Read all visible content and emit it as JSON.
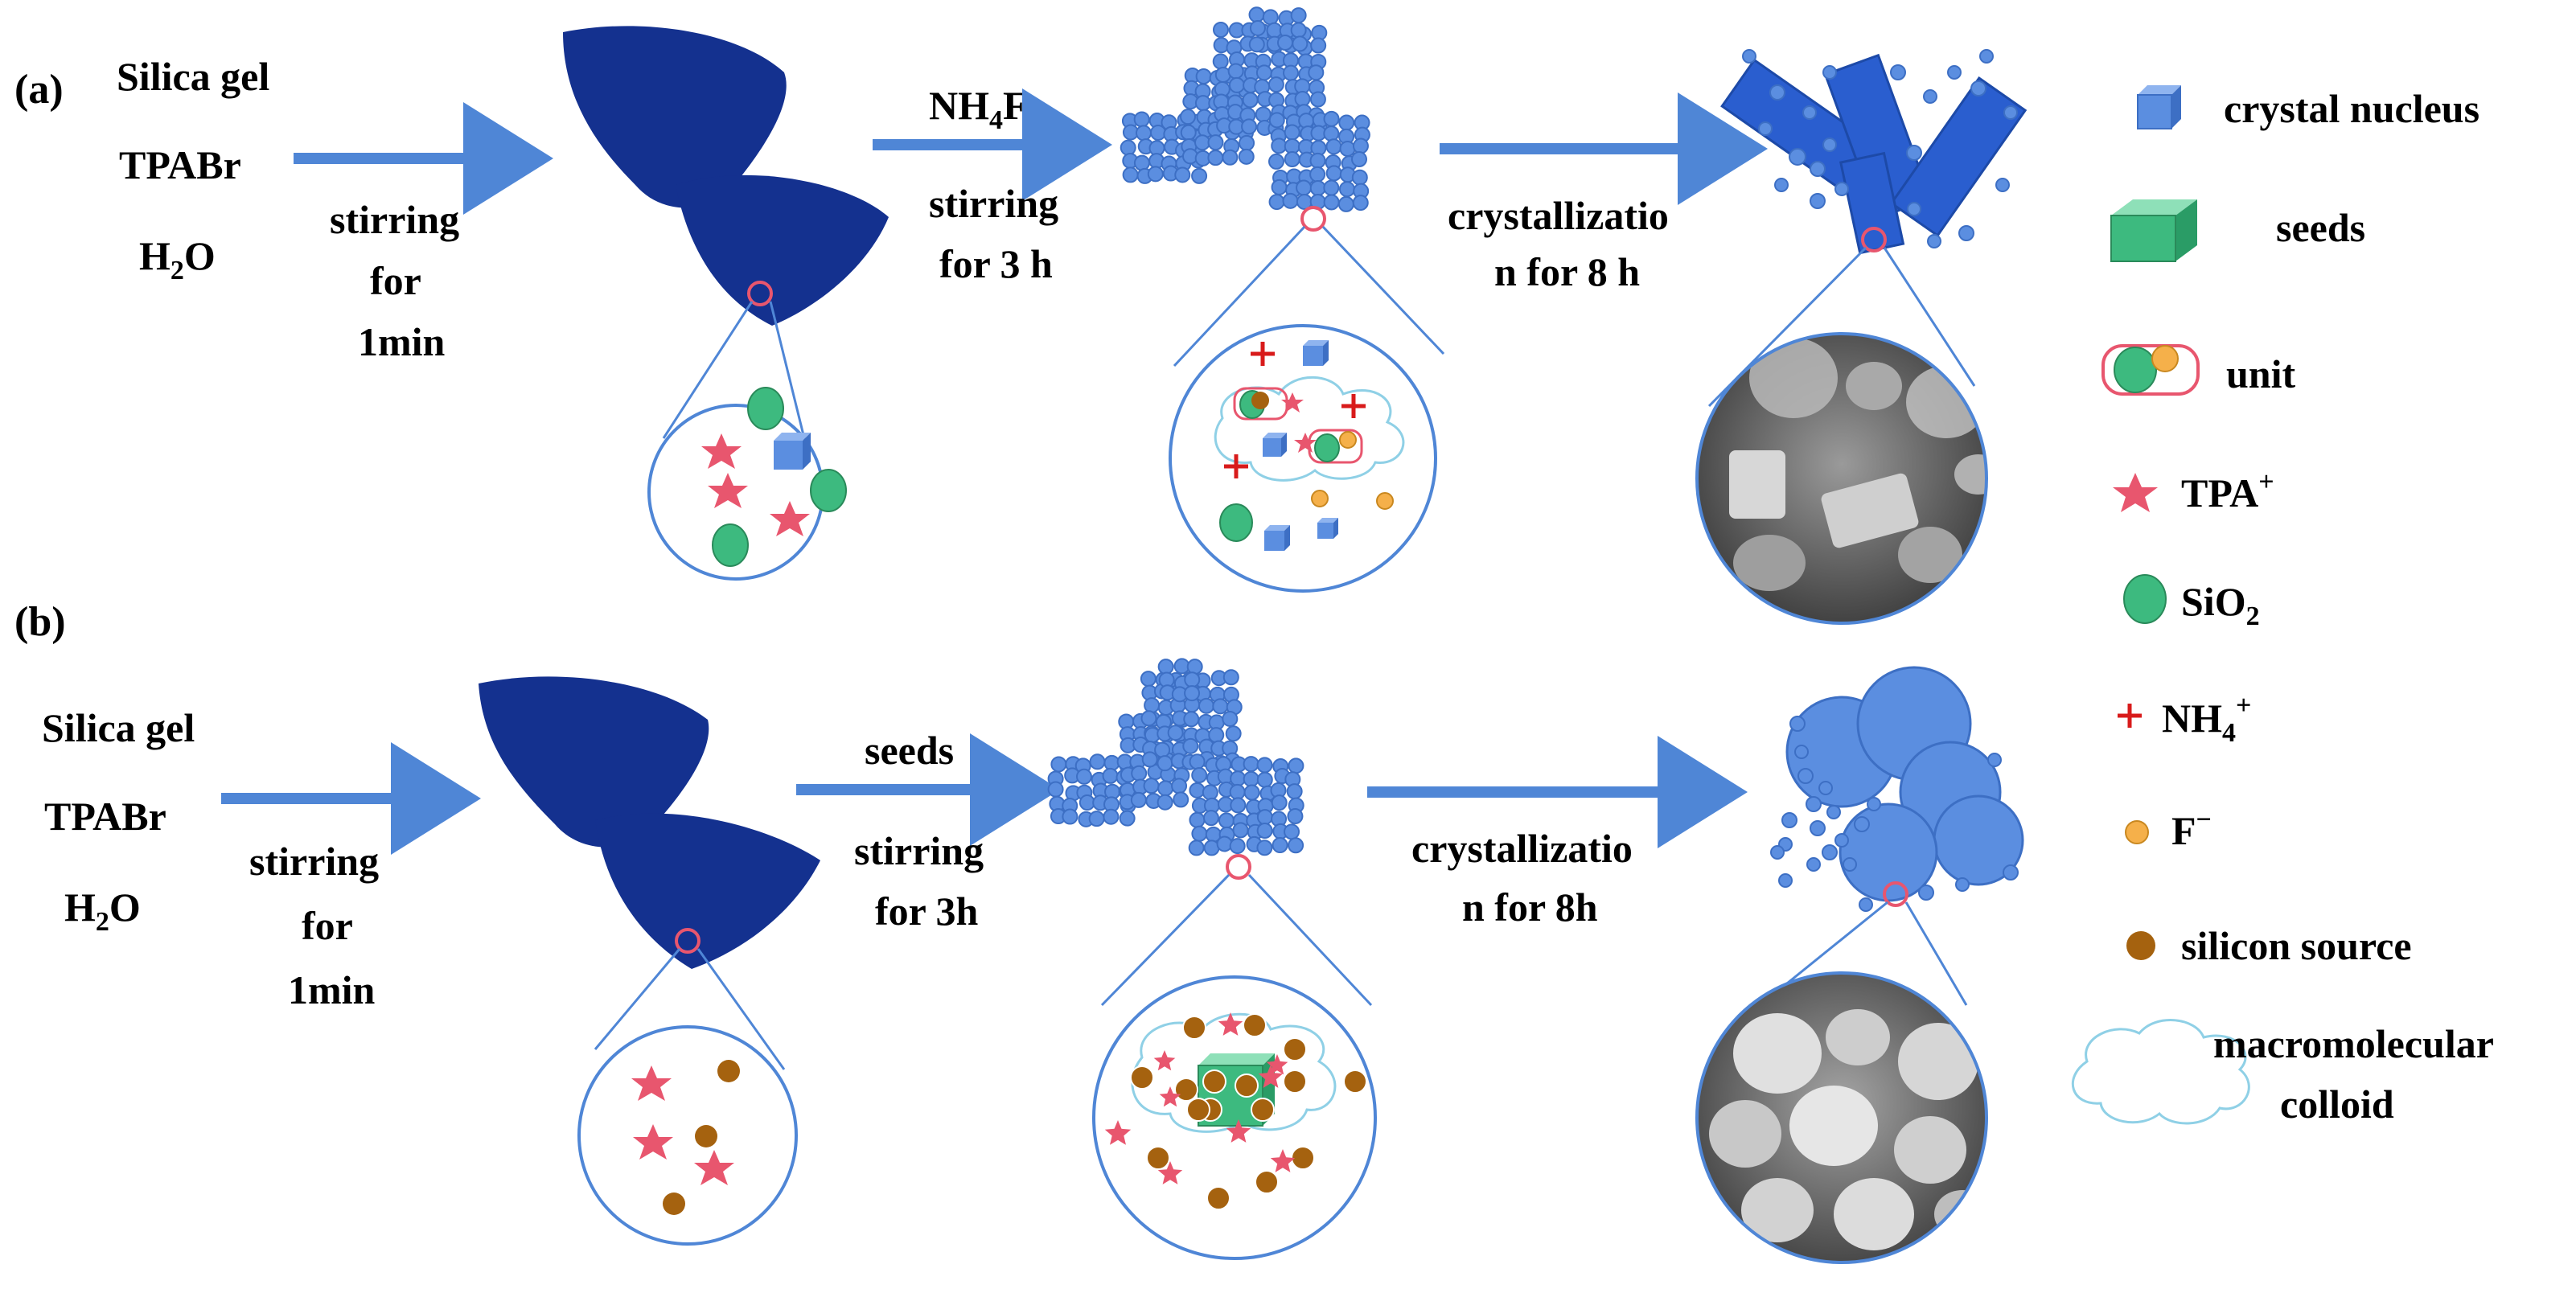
{
  "panel_a": {
    "label": "(a)",
    "reagents": [
      "Silica gel",
      "TPABr",
      "H",
      "2",
      "O"
    ],
    "step1": [
      "stirring",
      "for",
      "1min"
    ],
    "step2_top_main": "NH",
    "step2_top_sub": "4",
    "step2_top_tail": "F",
    "step2": [
      "stirring",
      "for 3 h"
    ],
    "step3": [
      "crystallizatio",
      "n for 8 h"
    ]
  },
  "panel_b": {
    "label": "(b)",
    "reagents": [
      "Silica gel",
      "TPABr",
      "H",
      "2",
      "O"
    ],
    "step1": [
      "stirring",
      "for",
      "1min"
    ],
    "step2_top": "seeds",
    "step2": [
      "stirring",
      "for 3h"
    ],
    "step3": [
      "crystallizatio",
      "n for 8h"
    ]
  },
  "legend": {
    "crystal_nucleus": "crystal nucleus",
    "seeds": "seeds",
    "unit": "unit",
    "tpa_main": "TPA",
    "tpa_sup": "+",
    "sio2_main": "SiO",
    "sio2_sub": "2",
    "nh4_main": "NH",
    "nh4_sub": "4",
    "nh4_sup": "+",
    "f_main": "F",
    "f_sup": "−",
    "silicon_source": "silicon source",
    "colloid_line1": "macromolecular",
    "colloid_line2": "colloid"
  },
  "colors": {
    "navy": "#14318f",
    "arrow": "#4f86d6",
    "particle": "#5b8ee0",
    "star": "#e8566e",
    "sio2": "#3dba7f",
    "fluoride": "#f5b04a",
    "silicon": "#a5620f",
    "ammonium": "#d81b1b",
    "sem": "#7d7d7d"
  }
}
